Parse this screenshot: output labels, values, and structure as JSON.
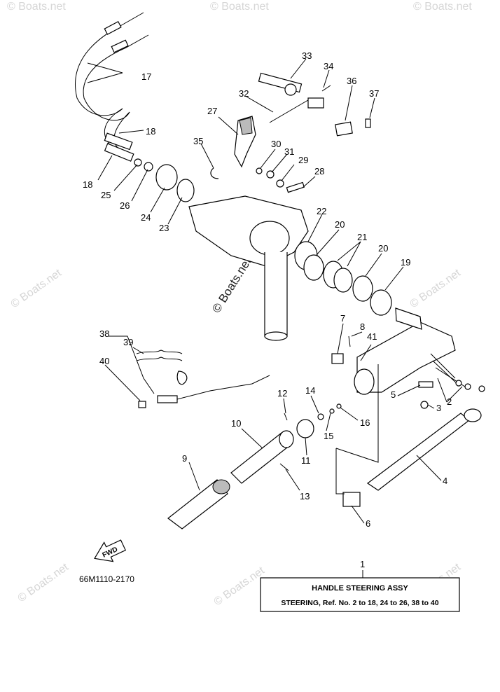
{
  "watermark_text": "© Boats.net",
  "diagram_code": "66M1110-2170",
  "fwd_label": "FWD",
  "legend": {
    "callout": "1",
    "title": "HANDLE STEERING ASSY",
    "description": "STEERING, Ref. No. 2 to 18, 24 to 26, 38 to 40"
  },
  "callouts": [
    "2",
    "3",
    "4",
    "5",
    "6",
    "7",
    "8",
    "9",
    "10",
    "11",
    "12",
    "13",
    "14",
    "15",
    "16",
    "17",
    "18",
    "18",
    "19",
    "20",
    "20",
    "21",
    "22",
    "23",
    "24",
    "25",
    "26",
    "27",
    "28",
    "29",
    "30",
    "31",
    "32",
    "33",
    "34",
    "35",
    "36",
    "37",
    "38",
    "39",
    "40",
    "41"
  ]
}
